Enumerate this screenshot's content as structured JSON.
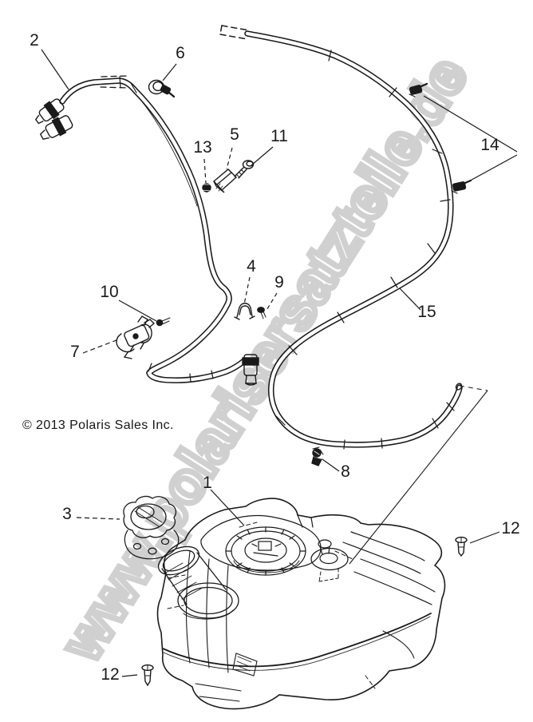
{
  "page": {
    "background_color": "#ffffff",
    "line_color": "#1a1a1a",
    "watermark_color": "#d0d0d0"
  },
  "watermark": {
    "text": "www.polarisersatzteile.de"
  },
  "copyright": {
    "text": "© 2013 Polaris Sales Inc."
  },
  "callouts": [
    {
      "num": "2"
    },
    {
      "num": "6"
    },
    {
      "num": "5"
    },
    {
      "num": "13"
    },
    {
      "num": "11"
    },
    {
      "num": "14"
    },
    {
      "num": "10"
    },
    {
      "num": "4"
    },
    {
      "num": "9"
    },
    {
      "num": "15"
    },
    {
      "num": "7"
    },
    {
      "num": "8"
    },
    {
      "num": "1"
    },
    {
      "num": "3"
    },
    {
      "num": "12"
    },
    {
      "num": "12"
    }
  ]
}
